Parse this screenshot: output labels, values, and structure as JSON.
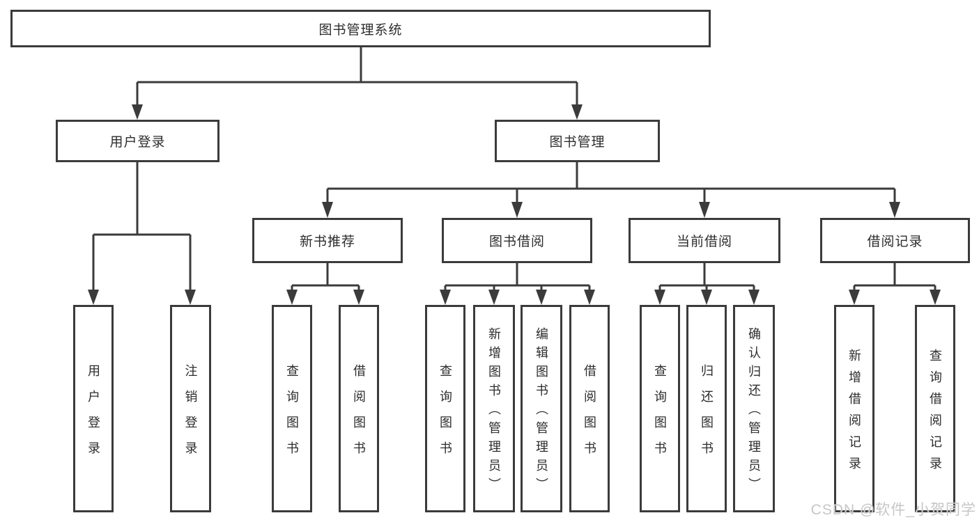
{
  "diagram": {
    "root": {
      "label": "图书管理系统"
    },
    "level2": [
      {
        "label": "用户登录"
      },
      {
        "label": "图书管理"
      }
    ],
    "level3": [
      {
        "label": "新书推荐"
      },
      {
        "label": "图书借阅"
      },
      {
        "label": "当前借阅"
      },
      {
        "label": "借阅记录"
      }
    ],
    "leaves": {
      "user_login": [
        {
          "label": "用户登录"
        },
        {
          "label": "注销登录"
        }
      ],
      "new_book": [
        {
          "label": "查询图书"
        },
        {
          "label": "借阅图书"
        }
      ],
      "book_borrow": [
        {
          "label": "查询图书"
        },
        {
          "label": "新增图书（管理员）"
        },
        {
          "label": "编辑图书（管理员）"
        },
        {
          "label": "借阅图书"
        }
      ],
      "current_borrow": [
        {
          "label": "查询图书"
        },
        {
          "label": "归还图书"
        },
        {
          "label": "确认归还（管理员）"
        }
      ],
      "borrow_record": [
        {
          "label": "新增借阅记录"
        },
        {
          "label": "查询借阅记录"
        }
      ]
    },
    "watermark": "CSDN @软件_小贺同学",
    "colors": {
      "line": "#3b3b3b",
      "text": "#2d2d2d",
      "background": "#ffffff",
      "watermark": "#c6c6c6"
    }
  }
}
